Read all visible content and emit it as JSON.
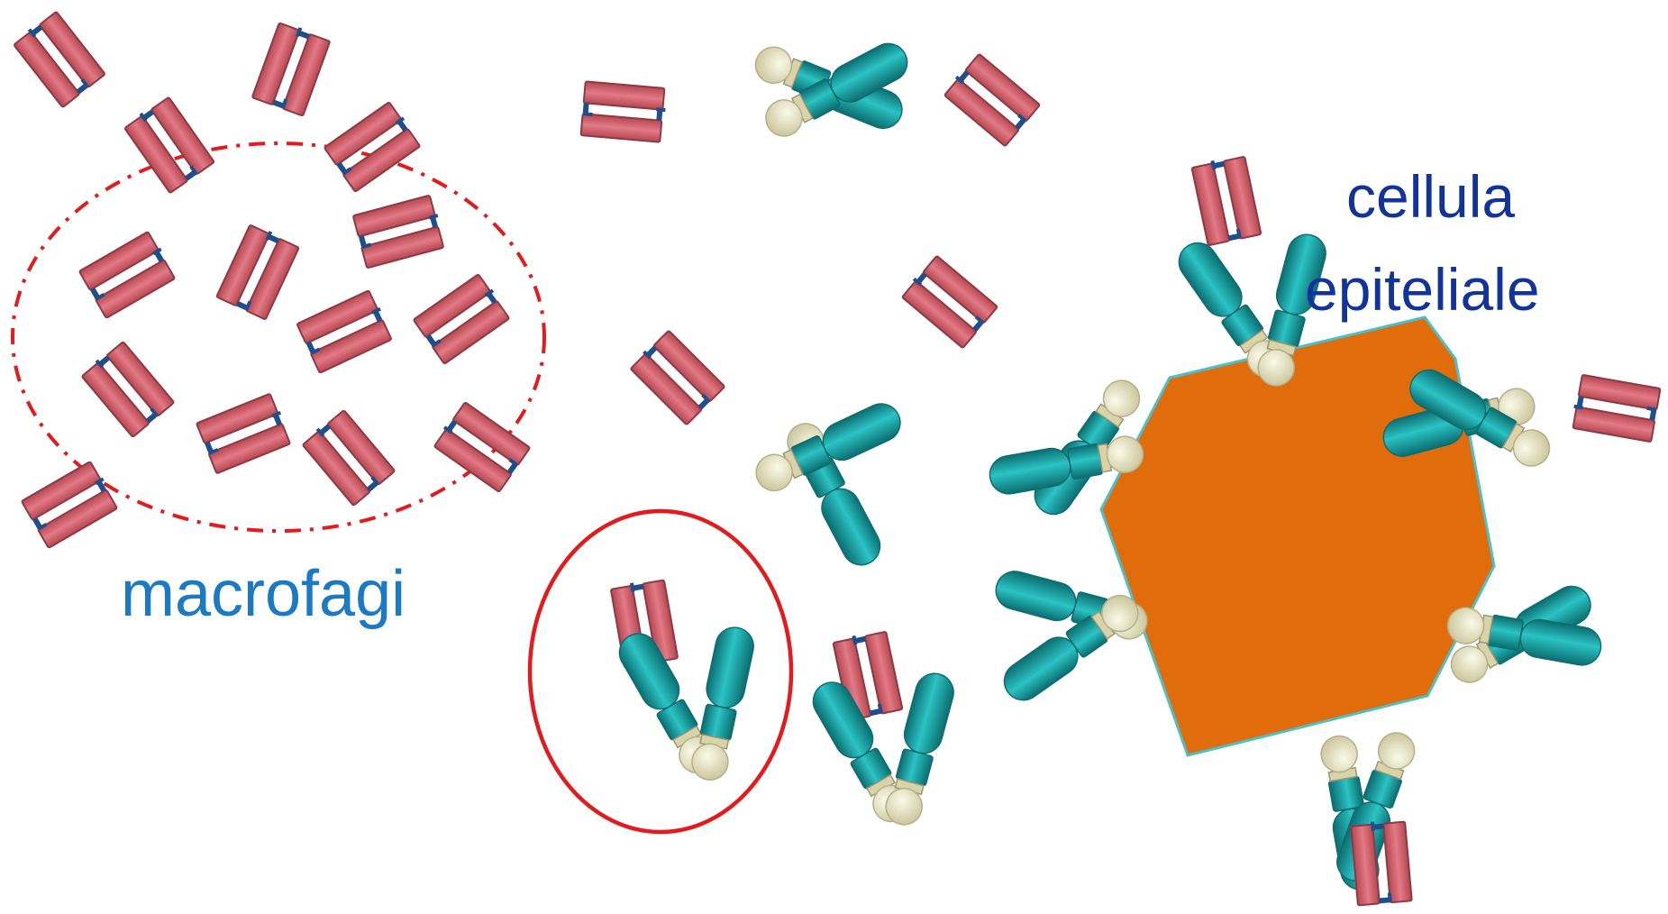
{
  "labels": {
    "macrofagi": "macrofagi",
    "cell_line1": "cellula",
    "cell_line2": "epiteliale"
  },
  "colors": {
    "background": "#ffffff",
    "fragment_fill": "#d95f6e",
    "fragment_stroke": "#8c3a45",
    "fragment_cap": "#1f4e8c",
    "antibody_body": "#16a6a8",
    "antibody_body_dark": "#0e6d70",
    "antibody_tip": "#e9e6bf",
    "antibody_tip_stroke": "#b5b08a",
    "cell_fill": "#e06c0c",
    "cell_outline": "#4bc0c8",
    "circle_red": "#e41a1c",
    "macrofagi_text": "#1a7ac6",
    "cell_text": "#12349a"
  }
}
